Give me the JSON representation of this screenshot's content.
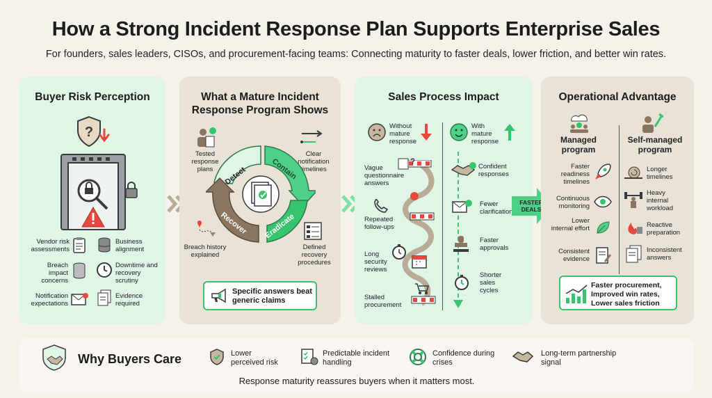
{
  "title": "How a Strong Incident Response Plan Supports Enterprise Sales",
  "subtitle": "For founders, sales leaders, CISOs, and procurement-facing teams: Connecting maturity to faster deals, lower friction, and better win rates.",
  "panel1": {
    "title": "Buyer Risk Perception",
    "items": [
      "Vendor risk assessments",
      "Business alignment",
      "Breach impact concerns",
      "Downtime and recovery scrutiny",
      "Notification expectations",
      "Evidence required"
    ]
  },
  "panel2": {
    "title": "What a Mature Incident Response Program Shows",
    "cycle": [
      "Detect",
      "Contain",
      "Eradicate",
      "Recover"
    ],
    "items": [
      "Tested response plans",
      "Clear notification timelines",
      "Breach history explained",
      "Defined recovery procedures"
    ],
    "callout": "Specific answers beat generic claims"
  },
  "panel3": {
    "title": "Sales Process Impact",
    "without": "Without mature response",
    "with": "With mature response",
    "left_items": [
      "Vague questionnaire answers",
      "Repeated follow-ups",
      "Long security reviews",
      "Stalled procurement"
    ],
    "right_items": [
      "Confident responses",
      "Fewer clarifications",
      "Faster approvals",
      "Shorter sales cycles"
    ]
  },
  "arrow_label": "FASTER DEALS",
  "panel4": {
    "title": "Operational Advantage",
    "managed": "Managed program",
    "self_managed": "Self-managed program",
    "left_items": [
      "Faster readiness timelines",
      "Continuous monitoring",
      "Lower internal effort",
      "Consistent evidence"
    ],
    "right_items": [
      "Longer timelines",
      "Heavy internal workload",
      "Reactive preparation",
      "Inconsistent answers"
    ],
    "callout": "Faster procurement, Improved win rates, Lower sales friction"
  },
  "bottom": {
    "title": "Why Buyers Care",
    "items": [
      "Lower perceived risk",
      "Predictable incident handling",
      "Confidence during crises",
      "Long-term partnership signal"
    ],
    "tagline": "Response maturity reassures buyers when it matters most."
  },
  "colors": {
    "green": "#36c46e",
    "red": "#e5483f",
    "brown": "#8a7560",
    "tan_panel": "#e9e2d7",
    "green_panel": "#dff5e6"
  }
}
